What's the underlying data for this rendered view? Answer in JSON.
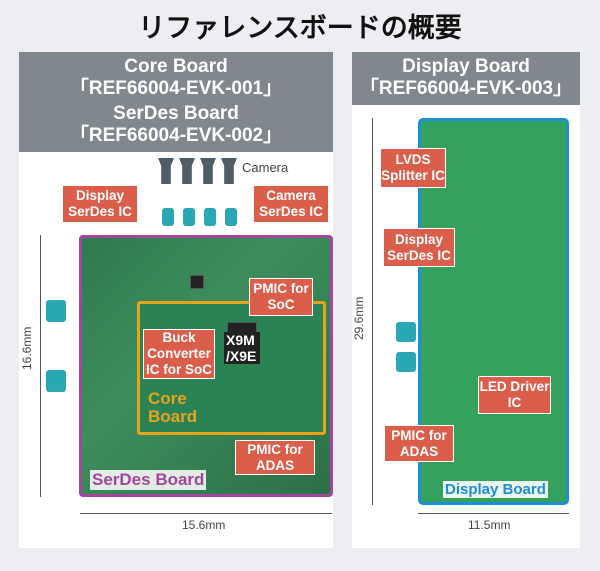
{
  "title": "リファレンスボードの概要",
  "left_panel": {
    "header": [
      "Core Board",
      "「REF66004-EVK-001」",
      "SerDes Board",
      "「REF66004-EVK-002」"
    ],
    "camera_label": "Camera",
    "labels": {
      "display_serdes": "Display SerDes IC",
      "camera_serdes": "Camera SerDes IC",
      "pmic_soc": "PMIC for SoC",
      "buck": "Buck Converter IC for SoC",
      "pmic_adas": "PMIC for ADAS"
    },
    "soc_label": "X9M /X9E",
    "core_board": "Core Board",
    "serdes_board": "SerDes Board",
    "height_dim": "16.6mm",
    "width_dim": "15.6mm"
  },
  "right_panel": {
    "header": [
      "Display Board",
      "「REF66004-EVK-003」"
    ],
    "labels": {
      "lvds": "LVDS Splitter IC",
      "display_serdes": "Display SerDes IC",
      "led": "LED Driver IC",
      "pmic_adas": "PMIC for ADAS"
    },
    "display_board": "Display Board",
    "height_dim": "29.6mm",
    "width_dim": "11.5mm"
  },
  "colors": {
    "label": "#db5e4b",
    "serdes_border": "#a2479b",
    "core_border": "#e8a21c",
    "display_border": "#1d8fd6"
  }
}
